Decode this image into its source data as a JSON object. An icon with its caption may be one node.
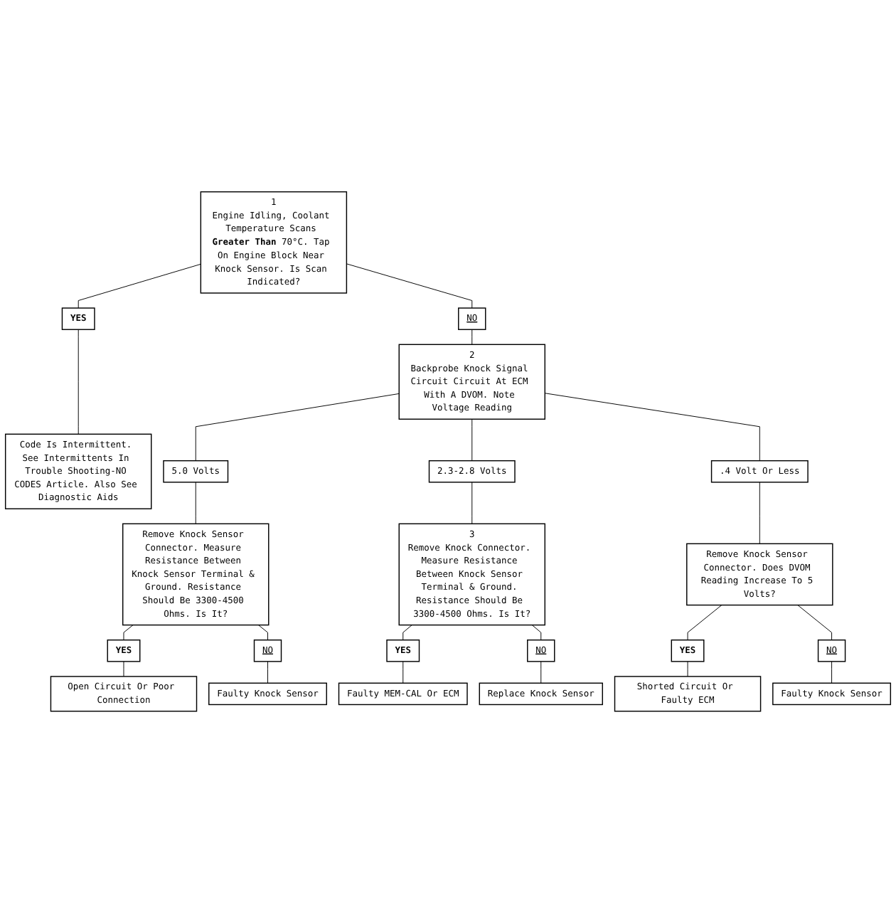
{
  "diagram": {
    "nodes": [
      {
        "text": [
          "1",
          "Engine Idling, Coolant Temperature Scans **Greater Than** 70°C. Tap On Engine Block Near Knock Sensor. Is Scan Indicated?"
        ]
      },
      {
        "text": [
          "YES"
        ]
      },
      {
        "text": [
          "Code Is Intermittent. See Intermittents In Trouble Shooting-NO CODES Article. Also See Diagnostic Aids"
        ]
      },
      {
        "text": [
          "NO"
        ]
      },
      {
        "text": [
          "2",
          "Backprobe Knock Signal Circuit Circuit At ECM With A DVOM. Note Voltage Reading"
        ]
      },
      {
        "text": [
          "5.0 Volts"
        ]
      },
      {
        "text": [
          "2.3-2.8 Volts"
        ]
      },
      {
        "text": [
          ".4 Volt Or Less"
        ]
      },
      {
        "text": [
          "Remove Knock Sensor Connector. Measure Resistance Between Knock Sensor Terminal & Ground. Resistance Should Be 3300-4500 Ohms. Is It?"
        ]
      },
      {
        "text": [
          "3",
          "Remove Knock Connector. Measure Resistance Between Knock Sensor Terminal & Ground. Resistance Should Be 3300-4500 Ohms. Is It?"
        ]
      },
      {
        "text": [
          "Remove Knock Sensor Connector. Does DVOM Reading Increase To 5 Volts?"
        ]
      },
      {
        "text": [
          "YES"
        ]
      },
      {
        "text": [
          "NO"
        ]
      },
      {
        "text": [
          "YES"
        ]
      },
      {
        "text": [
          "NO"
        ]
      },
      {
        "text": [
          "YES"
        ]
      },
      {
        "text": [
          "NO"
        ]
      },
      {
        "text": [
          "Shorted Circuit Or Faulty ECM"
        ]
      },
      {
        "text": [
          "Faulty Knock Sensor"
        ]
      },
      {
        "text": [
          "Faulty MEM-CAL Or ECM"
        ]
      },
      {
        "text": [
          "Replace Knock Sensor"
        ]
      },
      {
        "text": [
          "Open Circuit Or Poor Connection"
        ]
      },
      {
        "text": [
          "Faulty Knock Sensor"
        ]
      }
    ],
    "edges": [
      {
        "from": 0,
        "to": 1,
        "arrow": "none"
      },
      {
        "from": 1,
        "to": 2,
        "arrow": "none"
      },
      {
        "from": 0,
        "to": 3,
        "arrow": "none"
      },
      {
        "from": 3,
        "to": 4,
        "arrow": "none"
      },
      {
        "from": 4,
        "to": 5,
        "arrow": "none"
      },
      {
        "from": 4,
        "to": 6,
        "arrow": "none"
      },
      {
        "from": 4,
        "to": 7,
        "arrow": "none"
      },
      {
        "from": 5,
        "to": 8,
        "arrow": "none"
      },
      {
        "from": 6,
        "to": 9,
        "arrow": "none"
      },
      {
        "from": 7,
        "to": 10,
        "arrow": "none"
      },
      {
        "from": 8,
        "to": 11,
        "arrow": "none"
      },
      {
        "from": 8,
        "to": 12,
        "arrow": "none"
      },
      {
        "from": 9,
        "to": 13,
        "arrow": "none"
      },
      {
        "from": 9,
        "to": 14,
        "arrow": "none"
      },
      {
        "from": 10,
        "to": 15,
        "arrow": "none"
      },
      {
        "from": 10,
        "to": 16,
        "arrow": "none"
      },
      {
        "from": 15,
        "to": 17,
        "arrow": "none"
      },
      {
        "from": 16,
        "to": 18,
        "arrow": "none"
      },
      {
        "from": 13,
        "to": 19,
        "arrow": "none"
      },
      {
        "from": 14,
        "to": 20,
        "arrow": "none"
      },
      {
        "from": 11,
        "to": 21,
        "arrow": "none"
      },
      {
        "from": 12,
        "to": 22,
        "arrow": "none"
      }
    ]
  }
}
